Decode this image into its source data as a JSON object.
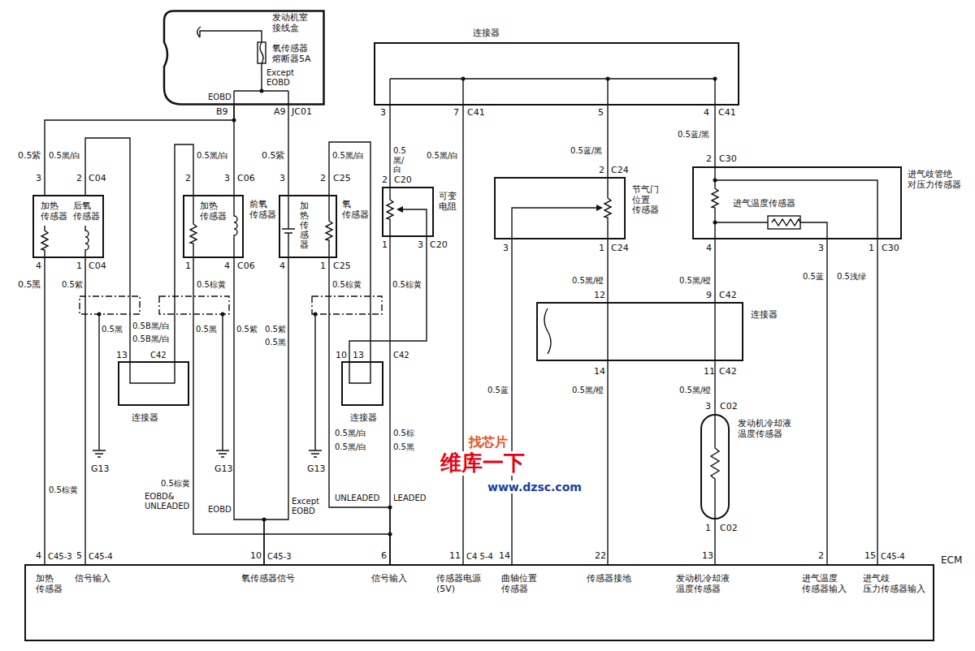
{
  "diagram": {
    "nodes": [
      {
        "text": [
          "发动机室 接线盒",
          "氧传感器 熔断器5A"
        ]
      },
      {
        "text": [
          "连接器"
        ]
      },
      {
        "text": [
          "加热 传感器",
          "后氧 传感器"
        ]
      },
      {
        "text": [
          "加热 传感器",
          "前氧 传感器"
        ]
      },
      {
        "text": [
          "加热传感器",
          "氧 传感器"
        ]
      },
      {
        "text": [
          "可变 电阻"
        ]
      },
      {
        "text": [
          "节气门 位置 传感器"
        ]
      },
      {
        "text": [
          "进气歧管绝 对压力传感器",
          "进气温度传感器"
        ]
      },
      {
        "text": [
          "连接器"
        ]
      },
      {
        "text": [
          "连接器"
        ]
      },
      {
        "text": [
          "连接器"
        ]
      },
      {
        "text": [
          "发动机冷却液 温度传感器"
        ]
      },
      {
        "text": [
          "ECM",
          "加热 传感器",
          "信号输入",
          "氧传感器信号",
          "信号输入",
          "传感器电源 (5V)",
          "曲轴位置 传感器",
          "传感器接地",
          "发动机冷却液 温度传感器",
          "进气温度 传感器输入",
          "进气歧 压力传感器输入"
        ]
      }
    ],
    "edges": [
      {
        "from": 0,
        "to": 2,
        "arrow": "none"
      },
      {
        "from": 0,
        "to": 3,
        "arrow": "none"
      },
      {
        "from": 0,
        "to": 4,
        "arrow": "none"
      },
      {
        "from": 1,
        "to": 5,
        "arrow": "none"
      },
      {
        "from": 1,
        "to": 12,
        "arrow": "none"
      },
      {
        "from": 1,
        "to": 6,
        "arrow": "none"
      },
      {
        "from": 1,
        "to": 7,
        "arrow": "none"
      },
      {
        "from": 2,
        "to": 12,
        "arrow": "none"
      },
      {
        "from": 2,
        "to": 12,
        "arrow": "none"
      },
      {
        "from": 2,
        "to": 8,
        "arrow": "none"
      },
      {
        "from": 3,
        "to": 8,
        "arrow": "none"
      },
      {
        "from": 3,
        "to": 12,
        "arrow": "none"
      },
      {
        "from": 4,
        "to": 12,
        "arrow": "none"
      },
      {
        "from": 3,
        "to": 12,
        "arrow": "none"
      },
      {
        "from": 4,
        "to": 12,
        "arrow": "none"
      },
      {
        "from": 5,
        "to": 12,
        "arrow": "none"
      },
      {
        "from": 5,
        "to": 9,
        "arrow": "none"
      },
      {
        "from": 4,
        "to": 9,
        "arrow": "none"
      },
      {
        "from": 6,
        "to": 10,
        "arrow": "none"
      },
      {
        "from": 7,
        "to": 10,
        "arrow": "none"
      },
      {
        "from": 10,
        "to": 12,
        "arrow": "none"
      },
      {
        "from": 10,
        "to": 11,
        "arrow": "none"
      },
      {
        "from": 11,
        "to": 12,
        "arrow": "none"
      },
      {
        "from": 6,
        "to": 12,
        "arrow": "none"
      },
      {
        "from": 7,
        "to": 12,
        "arrow": "none"
      },
      {
        "from": 7,
        "to": 12,
        "arrow": "none"
      }
    ],
    "labels": [
      "EOBD",
      "Except EOBD",
      "B9",
      "A9",
      "JC01",
      "3",
      "7",
      "C41",
      "5",
      "4",
      "C41",
      "0.5紫",
      "0.5黑/白",
      "3",
      "2",
      "C04",
      "0.5黑/白",
      "2",
      "3",
      "C06",
      "0.5紫",
      "0.5黑/白",
      "3",
      "2",
      "C25",
      "0.5 黑/白",
      "0.5黑/白",
      "2",
      "C20",
      "0.5蓝/黑",
      "2",
      "C24",
      "0.5蓝/黑",
      "2",
      "C30",
      "4",
      "1",
      "C04",
      "1",
      "4",
      "C06",
      "4",
      "1",
      "C25",
      "1",
      "3",
      "C20",
      "3",
      "1",
      "C24",
      "4",
      "3",
      "1",
      "C30",
      "0.5黑",
      "0.5紫",
      "0.5棕黄",
      "0.5棕黄",
      "0.5棕黄",
      "0.5黑/橙",
      "0.5黑/橙",
      "0.5蓝",
      "0.5浅绿",
      "12",
      "9",
      "C42",
      "0.5黑",
      "0.5B黑/白",
      "0.5B黑/白",
      "0.5黑",
      "0.5紫",
      "0.5紫",
      "0.5黑",
      "0.5棕",
      "0.5黑/白",
      "0.5黑/白",
      "0.5黑",
      "13",
      "C42",
      "10",
      "13",
      "C42",
      "14",
      "11",
      "C42",
      "0.5蓝",
      "0.5黑/橙",
      "0.5黑/橙",
      "3",
      "C02",
      "G13",
      "G13",
      "G13",
      "0.5棕黄",
      "0.5棕黄",
      "EOBD& UNLEADED",
      "EOBD",
      "Except EOBD",
      "UNLEADED",
      "LEADED",
      "4",
      "C45-3",
      "5",
      "C45-4",
      "10",
      "C45-3",
      "6",
      "11",
      "C4 5-4",
      "14",
      "22",
      "13",
      "2",
      "15",
      "C45-4",
      "1",
      "C02",
      "找芯片",
      "维库一下",
      "www.dzsc.com"
    ]
  }
}
